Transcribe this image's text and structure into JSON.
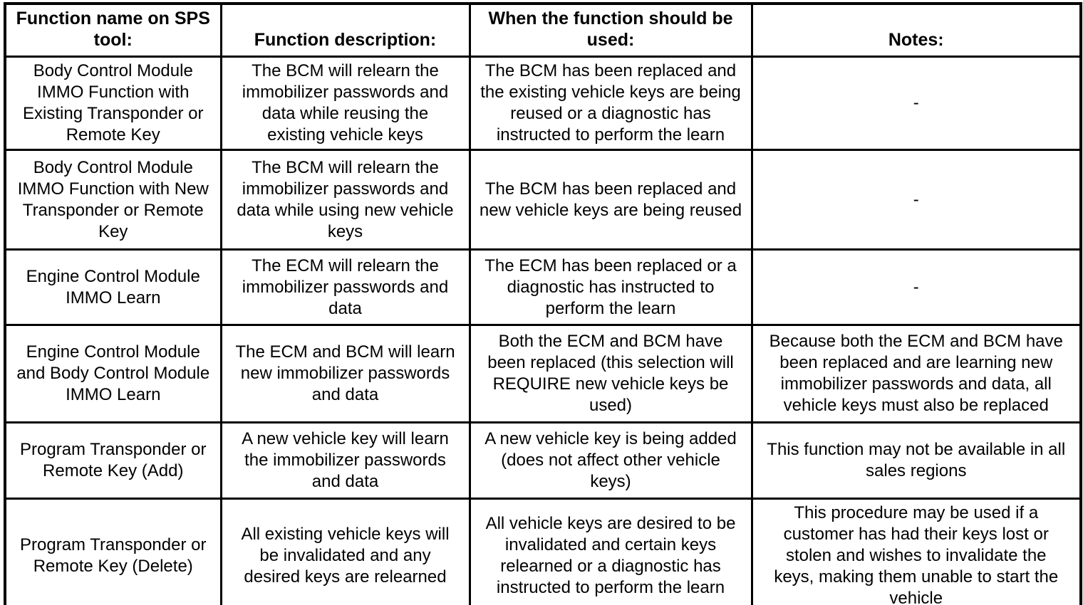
{
  "page": {
    "background_color": "#ffffff",
    "border_color": "#000000",
    "text_color": "#000000"
  },
  "table": {
    "columns": [
      {
        "label": "Function name on SPS\ntool:"
      },
      {
        "label": "Function description:"
      },
      {
        "label": "When the function should be\nused:"
      },
      {
        "label": "Notes:"
      }
    ],
    "rows": [
      {
        "cells": [
          "Body Control Module\nIMMO Function with\nExisting Transponder or\nRemote Key",
          "The BCM will relearn the\nimmobilizer passwords and\ndata while reusing the\nexisting vehicle keys",
          "The BCM has been replaced and\nthe existing vehicle keys are being\nreused or a diagnostic has\ninstructed to perform the learn",
          "-"
        ]
      },
      {
        "cells": [
          "Body Control Module\nIMMO Function with New\nTransponder or Remote\nKey",
          "The BCM will relearn the\nimmobilizer passwords and\ndata while using new vehicle\nkeys",
          "The BCM has been replaced and\nnew vehicle keys are being reused",
          "-"
        ]
      },
      {
        "cells": [
          "Engine Control Module\nIMMO Learn",
          "The ECM will relearn the\nimmobilizer passwords and\ndata",
          "The ECM has been replaced or a\ndiagnostic has instructed to\nperform the learn",
          "-"
        ]
      },
      {
        "cells": [
          "Engine Control Module\nand Body Control Module\nIMMO Learn",
          "The ECM and BCM will learn\nnew immobilizer passwords\nand data",
          "Both the ECM and BCM have\nbeen replaced (this selection will\nREQUIRE new vehicle keys be\nused)",
          "Because both the ECM and BCM have\nbeen replaced and are learning new\nimmobilizer passwords and data, all\nvehicle keys must also be replaced"
        ]
      },
      {
        "cells": [
          "Program Transponder or\nRemote Key (Add)",
          "A new vehicle key will learn\nthe immobilizer passwords\nand data",
          "A new vehicle key is being added\n(does not affect other vehicle\nkeys)",
          "This function may not be available in all\nsales regions"
        ]
      },
      {
        "cells": [
          "Program Transponder or\nRemote Key (Delete)",
          "All existing vehicle keys will\nbe invalidated and any\ndesired keys are relearned",
          "All vehicle keys are desired to be\ninvalidated and certain keys\nrelearned or a diagnostic has\ninstructed to perform the learn",
          "This procedure may be used if a\ncustomer has had their keys lost or\nstolen and wishes to invalidate the\nkeys, making them unable to start the\nvehicle"
        ]
      }
    ]
  }
}
